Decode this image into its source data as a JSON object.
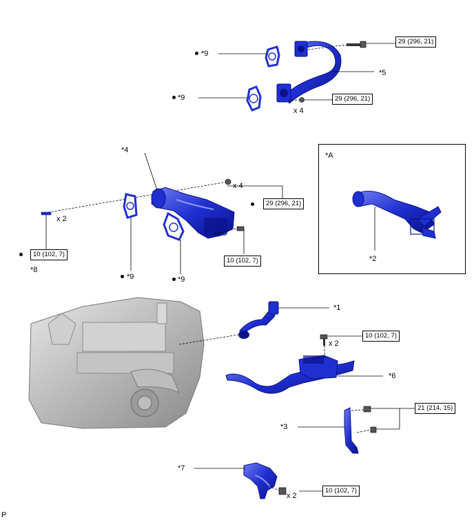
{
  "parts": {
    "p1": "*1",
    "p2": "*2",
    "p3": "*3",
    "p4": "*4",
    "p5": "*5",
    "p6": "*6",
    "p7": "*7",
    "p8": "*8",
    "p9": "*9",
    "inset": "*A"
  },
  "torques": {
    "t29": "29 (296, 21)",
    "t10": "10 (102, 7)",
    "t21": "21 (214, 15)"
  },
  "quantities": {
    "x2": "x 2",
    "x4": "x 4"
  },
  "footer": "P",
  "colors": {
    "part": "#1f2fd0",
    "part_dark": "#0a128a",
    "part_light": "#6f7cf0",
    "engine": "#b8b8b8"
  }
}
